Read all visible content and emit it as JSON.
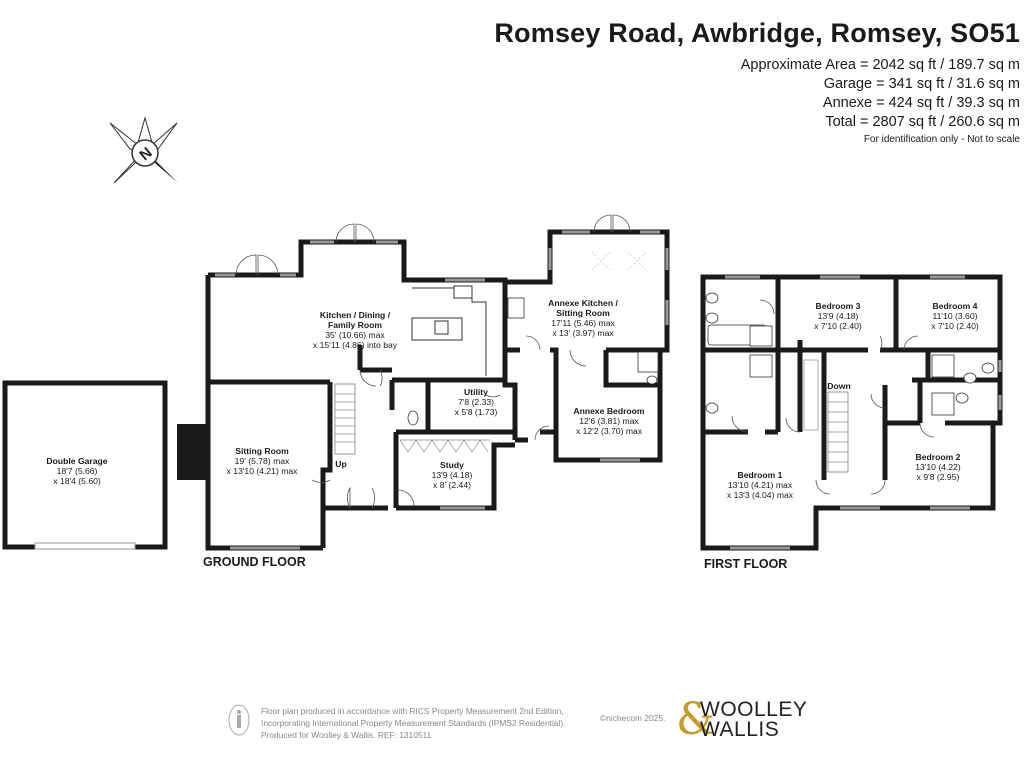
{
  "header": {
    "title": "Romsey Road, Awbridge, Romsey, SO51",
    "areas": [
      "Approximate Area = 2042 sq ft / 189.7 sq m",
      "Garage = 341 sq ft / 31.6 sq m",
      "Annexe = 424 sq ft / 39.3 sq m",
      "Total = 2807 sq ft / 260.6 sq m"
    ],
    "note": "For identification only - Not to scale"
  },
  "compass": {
    "letter": "N",
    "icon": "compass-icon"
  },
  "rooms": {
    "garage": {
      "name": "Double Garage",
      "dim1": "18'7 (5.66)",
      "dim2": "x 18'4 (5.60)"
    },
    "kitchen": {
      "name1": "Kitchen / Dining /",
      "name2": "Family Room",
      "dim1": "35' (10.66) max",
      "dim2": "x 15'11 (4.86) into bay"
    },
    "sitting": {
      "name": "Sitting Room",
      "dim1": "19' (5.78) max",
      "dim2": "x 13'10 (4.21) max"
    },
    "utility": {
      "name": "Utility",
      "dim1": "7'8 (2.33)",
      "dim2": "x 5'8 (1.73)"
    },
    "study": {
      "name": "Study",
      "dim1": "13'9 (4.18)",
      "dim2": "x 8' (2.44)"
    },
    "annexe_kitchen": {
      "name1": "Annexe Kitchen /",
      "name2": "Sitting Room",
      "dim1": "17'11 (5.46) max",
      "dim2": "x 13' (3.97) max"
    },
    "annexe_bedroom": {
      "name": "Annexe Bedroom",
      "dim1": "12'6 (3.81) max",
      "dim2": "x 12'2 (3.70) max"
    },
    "bedroom3": {
      "name": "Bedroom  3",
      "dim1": "13'9 (4.18)",
      "dim2": "x 7'10 (2.40)"
    },
    "bedroom4": {
      "name": "Bedroom 4",
      "dim1": "11'10 (3.60)",
      "dim2": "x 7'10 (2.40)"
    },
    "bedroom1": {
      "name": "Bedroom 1",
      "dim1": "13'10 (4.21) max",
      "dim2": "x 13'3 (4.04) max"
    },
    "bedroom2": {
      "name": "Bedroom 2",
      "dim1": "13'10 (4.22)",
      "dim2": "x 9'8 (2.95)"
    },
    "up": "Up",
    "down": "Down"
  },
  "floors": {
    "ground": "GROUND FLOOR",
    "first": "FIRST FLOOR"
  },
  "footer": {
    "line1": "Floor plan produced in accordance with RICS Property Measurement 2nd Edition,",
    "line2": "Incorporating International Property Measurement Standards (IPMS2 Residential).",
    "line3": "Produced for Woolley & Wallis.   REF: 1310511",
    "copyright": "©nichecom 2025.",
    "logo_top": "WOOLLEY",
    "logo_bottom": "WALLIS",
    "logo_amp": "&"
  },
  "colors": {
    "wall": "#1a1a1a",
    "window": "#9a9a9a",
    "accent": "#c89a2a",
    "footer_text": "#888888"
  }
}
